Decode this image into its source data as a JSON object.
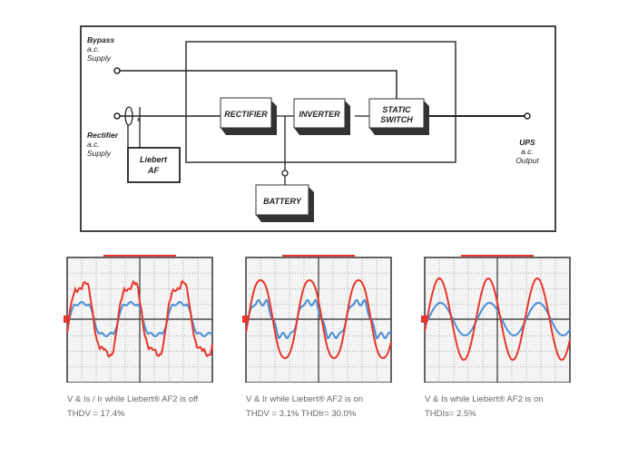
{
  "diagram": {
    "bypass_label": [
      "Bypass",
      "a.c.",
      "Supply"
    ],
    "rectifier_supply_label": [
      "Rectifier",
      "a.c.",
      "Supply"
    ],
    "ups_output_label": [
      "UPS",
      "a.c.",
      "Output"
    ],
    "liebert_box": [
      "Liebert",
      "AF"
    ],
    "rectifier": "RECTIFIER",
    "inverter": "INVERTER",
    "static_switch": [
      "STATIC",
      "SWITCH"
    ],
    "battery": "BATTERY"
  },
  "scopes": [
    {
      "line1": "V & Is / Ir while Liebert® AF2 is off",
      "line2": "THDV = 17.4%"
    },
    {
      "line1": "V & Ir while Liebert® AF2 is on",
      "line2": "THDV = 3.1% THDIr= 30.0%"
    },
    {
      "line1": "V & Is while Liebert® AF2 is on",
      "line2": "THDIs= 2.5%"
    }
  ],
  "colors": {
    "voltage": "#e8362a",
    "current": "#4a8fd4"
  }
}
